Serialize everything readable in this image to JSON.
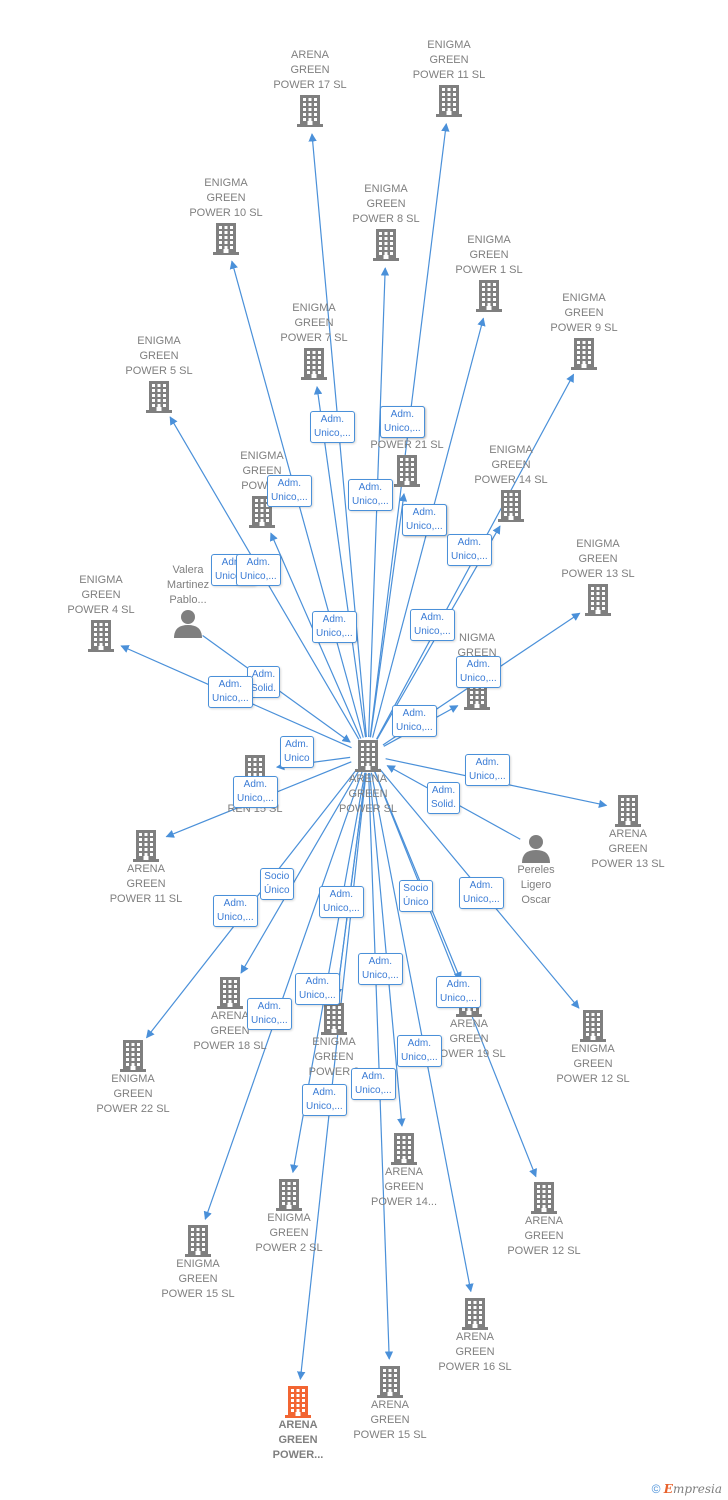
{
  "colors": {
    "edge": "#4a90d9",
    "node_icon": "#7f7f7f",
    "target_icon": "#f26532",
    "label": "#7f7f7f"
  },
  "nodes": [
    {
      "id": "center",
      "lines": [
        "ARENA",
        "GREEN",
        "POWER  SL"
      ],
      "kind": "company",
      "icon": "building-icon"
    },
    {
      "id": "ag17",
      "lines": [
        "ARENA",
        "GREEN",
        "POWER 17  SL"
      ],
      "kind": "company",
      "icon": "building-icon"
    },
    {
      "id": "eg11",
      "lines": [
        "ENIGMA",
        "GREEN",
        "POWER 11  SL"
      ],
      "kind": "company",
      "icon": "building-icon"
    },
    {
      "id": "eg10",
      "lines": [
        "ENIGMA",
        "GREEN",
        "POWER 10  SL"
      ],
      "kind": "company",
      "icon": "building-icon"
    },
    {
      "id": "eg8",
      "lines": [
        "ENIGMA",
        "GREEN",
        "POWER 8  SL"
      ],
      "kind": "company",
      "icon": "building-icon"
    },
    {
      "id": "eg1",
      "lines": [
        "ENIGMA",
        "GREEN",
        "POWER 1  SL"
      ],
      "kind": "company",
      "icon": "building-icon"
    },
    {
      "id": "eg9",
      "lines": [
        "ENIGMA",
        "GREEN",
        "POWER 9  SL"
      ],
      "kind": "company",
      "icon": "building-icon"
    },
    {
      "id": "eg7",
      "lines": [
        "ENIGMA",
        "GREEN",
        "POWER 7  SL"
      ],
      "kind": "company",
      "icon": "building-icon"
    },
    {
      "id": "eg5",
      "lines": [
        "ENIGMA",
        "GREEN",
        "POWER 5  SL"
      ],
      "kind": "company",
      "icon": "building-icon"
    },
    {
      "id": "p21",
      "lines": [
        "POWER 21  SL"
      ],
      "kind": "company",
      "icon": "building-icon"
    },
    {
      "id": "eg14",
      "lines": [
        "ENIGMA",
        "GREEN",
        "POWER 14  SL"
      ],
      "kind": "company",
      "icon": "building-icon"
    },
    {
      "id": "egpower",
      "lines": [
        "ENIGMA",
        "GREEN",
        "POWER"
      ],
      "kind": "company",
      "icon": "building-icon"
    },
    {
      "id": "eg13",
      "lines": [
        "ENIGMA",
        "GREEN",
        "POWER 13  SL"
      ],
      "kind": "company",
      "icon": "building-icon"
    },
    {
      "id": "valera",
      "lines": [
        "Valera",
        "Martinez",
        "Pablo..."
      ],
      "kind": "person",
      "icon": "person-icon"
    },
    {
      "id": "eg4",
      "lines": [
        "ENIGMA",
        "GREEN",
        "POWER 4  SL"
      ],
      "kind": "company",
      "icon": "building-icon"
    },
    {
      "id": "egmid",
      "lines": [
        "NIGMA",
        "GREEN",
        "PO"
      ],
      "kind": "company",
      "icon": "building-icon"
    },
    {
      "id": "ren15",
      "lines": [
        "POWER",
        "REN 15  SL"
      ],
      "kind": "company",
      "icon": "building-icon"
    },
    {
      "id": "ag13",
      "lines": [
        "ARENA",
        "GREEN",
        "POWER 13  SL"
      ],
      "kind": "company",
      "icon": "building-icon"
    },
    {
      "id": "pereles",
      "lines": [
        "Pereles",
        "Ligero",
        "Oscar"
      ],
      "kind": "person",
      "icon": "person-icon"
    },
    {
      "id": "ag11",
      "lines": [
        "ARENA",
        "GREEN",
        "POWER 11  SL"
      ],
      "kind": "company",
      "icon": "building-icon"
    },
    {
      "id": "ag18",
      "lines": [
        "ARENA",
        "GREEN",
        "POWER 18  SL"
      ],
      "kind": "company",
      "icon": "building-icon"
    },
    {
      "id": "eg3",
      "lines": [
        "ENIGMA",
        "GREEN",
        "POWER 3"
      ],
      "kind": "company",
      "icon": "building-icon"
    },
    {
      "id": "ag19",
      "lines": [
        "ARENA",
        "GREEN",
        "POWER 19  SL"
      ],
      "kind": "company",
      "icon": "building-icon"
    },
    {
      "id": "eg12",
      "lines": [
        "ENIGMA",
        "GREEN",
        "POWER 12  SL"
      ],
      "kind": "company",
      "icon": "building-icon"
    },
    {
      "id": "eg22",
      "lines": [
        "ENIGMA",
        "GREEN",
        "POWER 22  SL"
      ],
      "kind": "company",
      "icon": "building-icon"
    },
    {
      "id": "ag14",
      "lines": [
        "ARENA",
        "GREEN",
        "POWER 14..."
      ],
      "kind": "company",
      "icon": "building-icon"
    },
    {
      "id": "eg2",
      "lines": [
        "ENIGMA",
        "GREEN",
        "POWER 2  SL"
      ],
      "kind": "company",
      "icon": "building-icon"
    },
    {
      "id": "ag12",
      "lines": [
        "ARENA",
        "GREEN",
        "POWER 12  SL"
      ],
      "kind": "company",
      "icon": "building-icon"
    },
    {
      "id": "eg15",
      "lines": [
        "ENIGMA",
        "GREEN",
        "POWER 15  SL"
      ],
      "kind": "company",
      "icon": "building-icon"
    },
    {
      "id": "ag16",
      "lines": [
        "ARENA",
        "GREEN",
        "POWER 16  SL"
      ],
      "kind": "company",
      "icon": "building-icon"
    },
    {
      "id": "ag15",
      "lines": [
        "ARENA",
        "GREEN",
        "POWER 15  SL"
      ],
      "kind": "company",
      "icon": "building-icon"
    },
    {
      "id": "target",
      "lines": [
        "ARENA",
        "GREEN",
        "POWER..."
      ],
      "kind": "target",
      "icon": "building-icon"
    }
  ],
  "edges": [
    {
      "from": "center",
      "to": "ag17",
      "label": [
        "Adm.",
        "Unico,..."
      ]
    },
    {
      "from": "center",
      "to": "eg11",
      "label": [
        "Adm.",
        "Unico,..."
      ]
    },
    {
      "from": "center",
      "to": "eg10",
      "label": [
        "Adm.",
        "Unico,..."
      ]
    },
    {
      "from": "center",
      "to": "eg8",
      "label": [
        "Adm.",
        "Unico,..."
      ]
    },
    {
      "from": "center",
      "to": "eg1",
      "label": [
        "Adm.",
        "Unico,..."
      ]
    },
    {
      "from": "center",
      "to": "eg9",
      "label": [
        "Adm.",
        "Unico,..."
      ]
    },
    {
      "from": "center",
      "to": "eg7",
      "label": [
        "Adm.",
        "Unico,..."
      ]
    },
    {
      "from": "center",
      "to": "eg5",
      "label": [
        "Adm.",
        "Unico,..."
      ]
    },
    {
      "from": "center",
      "to": "p21",
      "label": [
        "Adm.",
        "Unico,..."
      ]
    },
    {
      "from": "center",
      "to": "eg14",
      "label": [
        "Adm.",
        "Unico,..."
      ]
    },
    {
      "from": "center",
      "to": "egpower",
      "label": [
        "Adm.",
        "Unico,..."
      ]
    },
    {
      "from": "center",
      "to": "eg13",
      "label": [
        "Adm.",
        "Unico,..."
      ]
    },
    {
      "from": "valera",
      "to": "center",
      "label": [
        "Adm.",
        "Solid."
      ]
    },
    {
      "from": "center",
      "to": "eg4",
      "label": [
        "Adm.",
        "Unico,..."
      ]
    },
    {
      "from": "center",
      "to": "egmid",
      "label": [
        "Adm.",
        "Unico,..."
      ]
    },
    {
      "from": "center",
      "to": "ren15",
      "label": [
        "Adm.",
        "Unico"
      ]
    },
    {
      "from": "center",
      "to": "ag11",
      "label": [
        "Adm.",
        "Unico,..."
      ]
    },
    {
      "from": "center",
      "to": "ag13",
      "label": [
        "Adm.",
        "Unico,..."
      ]
    },
    {
      "from": "pereles",
      "to": "center",
      "label": [
        "Adm.",
        "Solid."
      ]
    },
    {
      "from": "center",
      "to": "ag18",
      "label": [
        "Socio",
        "Único"
      ]
    },
    {
      "from": "center",
      "to": "eg3",
      "label": [
        "Adm.",
        "Unico,..."
      ]
    },
    {
      "from": "center",
      "to": "ag19",
      "label": [
        "Socio",
        "Único"
      ]
    },
    {
      "from": "center",
      "to": "eg12",
      "label": [
        "Adm.",
        "Unico,..."
      ]
    },
    {
      "from": "center",
      "to": "eg22",
      "label": [
        "Adm.",
        "Unico,..."
      ]
    },
    {
      "from": "center",
      "to": "ag14",
      "label": [
        "Adm.",
        "Unico,..."
      ]
    },
    {
      "from": "center",
      "to": "eg2",
      "label": [
        "Adm.",
        "Unico,..."
      ]
    },
    {
      "from": "center",
      "to": "ag12",
      "label": [
        "Adm.",
        "Unico,..."
      ]
    },
    {
      "from": "center",
      "to": "eg15",
      "label": [
        "Adm.",
        "Unico,..."
      ]
    },
    {
      "from": "center",
      "to": "ag16",
      "label": [
        "Adm.",
        "Unico,..."
      ]
    },
    {
      "from": "center",
      "to": "ag15",
      "label": [
        "Adm.",
        "Unico,..."
      ]
    },
    {
      "from": "center",
      "to": "target",
      "label": [
        "Adm.",
        "Unico,..."
      ]
    },
    {
      "from": "center",
      "to": "eg3",
      "label": [
        "Adm.",
        "Unico,..."
      ]
    }
  ],
  "footer": {
    "copyright": "©",
    "brand_first": "E",
    "brand_rest": "mpresia"
  }
}
